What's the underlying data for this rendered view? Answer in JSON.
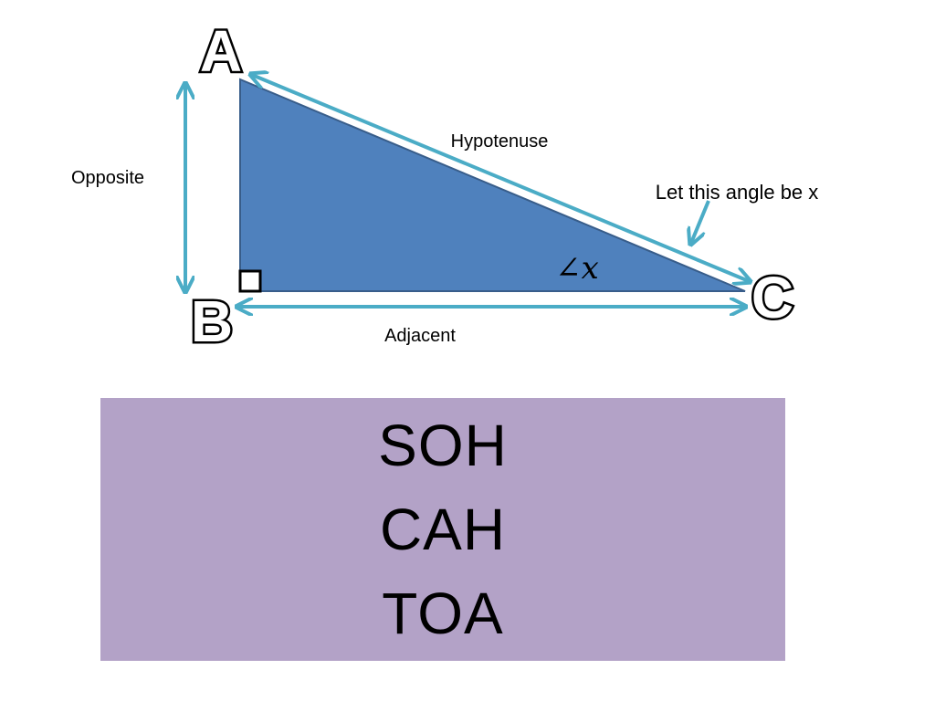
{
  "diagram": {
    "vertices": {
      "a": "A",
      "b": "B",
      "c": "C"
    },
    "sides": {
      "opposite": "Opposite",
      "hypotenuse": "Hypotenuse",
      "adjacent": "Adjacent"
    },
    "angle_callout": "Let this angle be x",
    "angle_symbol": "∠x",
    "colors": {
      "triangle_fill": "#4f81bd",
      "triangle_stroke": "#385d8a",
      "arrow": "#4bacc6",
      "mnemonic_background": "#b3a2c7"
    }
  },
  "mnemonic": {
    "line1": "SOH",
    "line2": "CAH",
    "line3": "TOA"
  }
}
